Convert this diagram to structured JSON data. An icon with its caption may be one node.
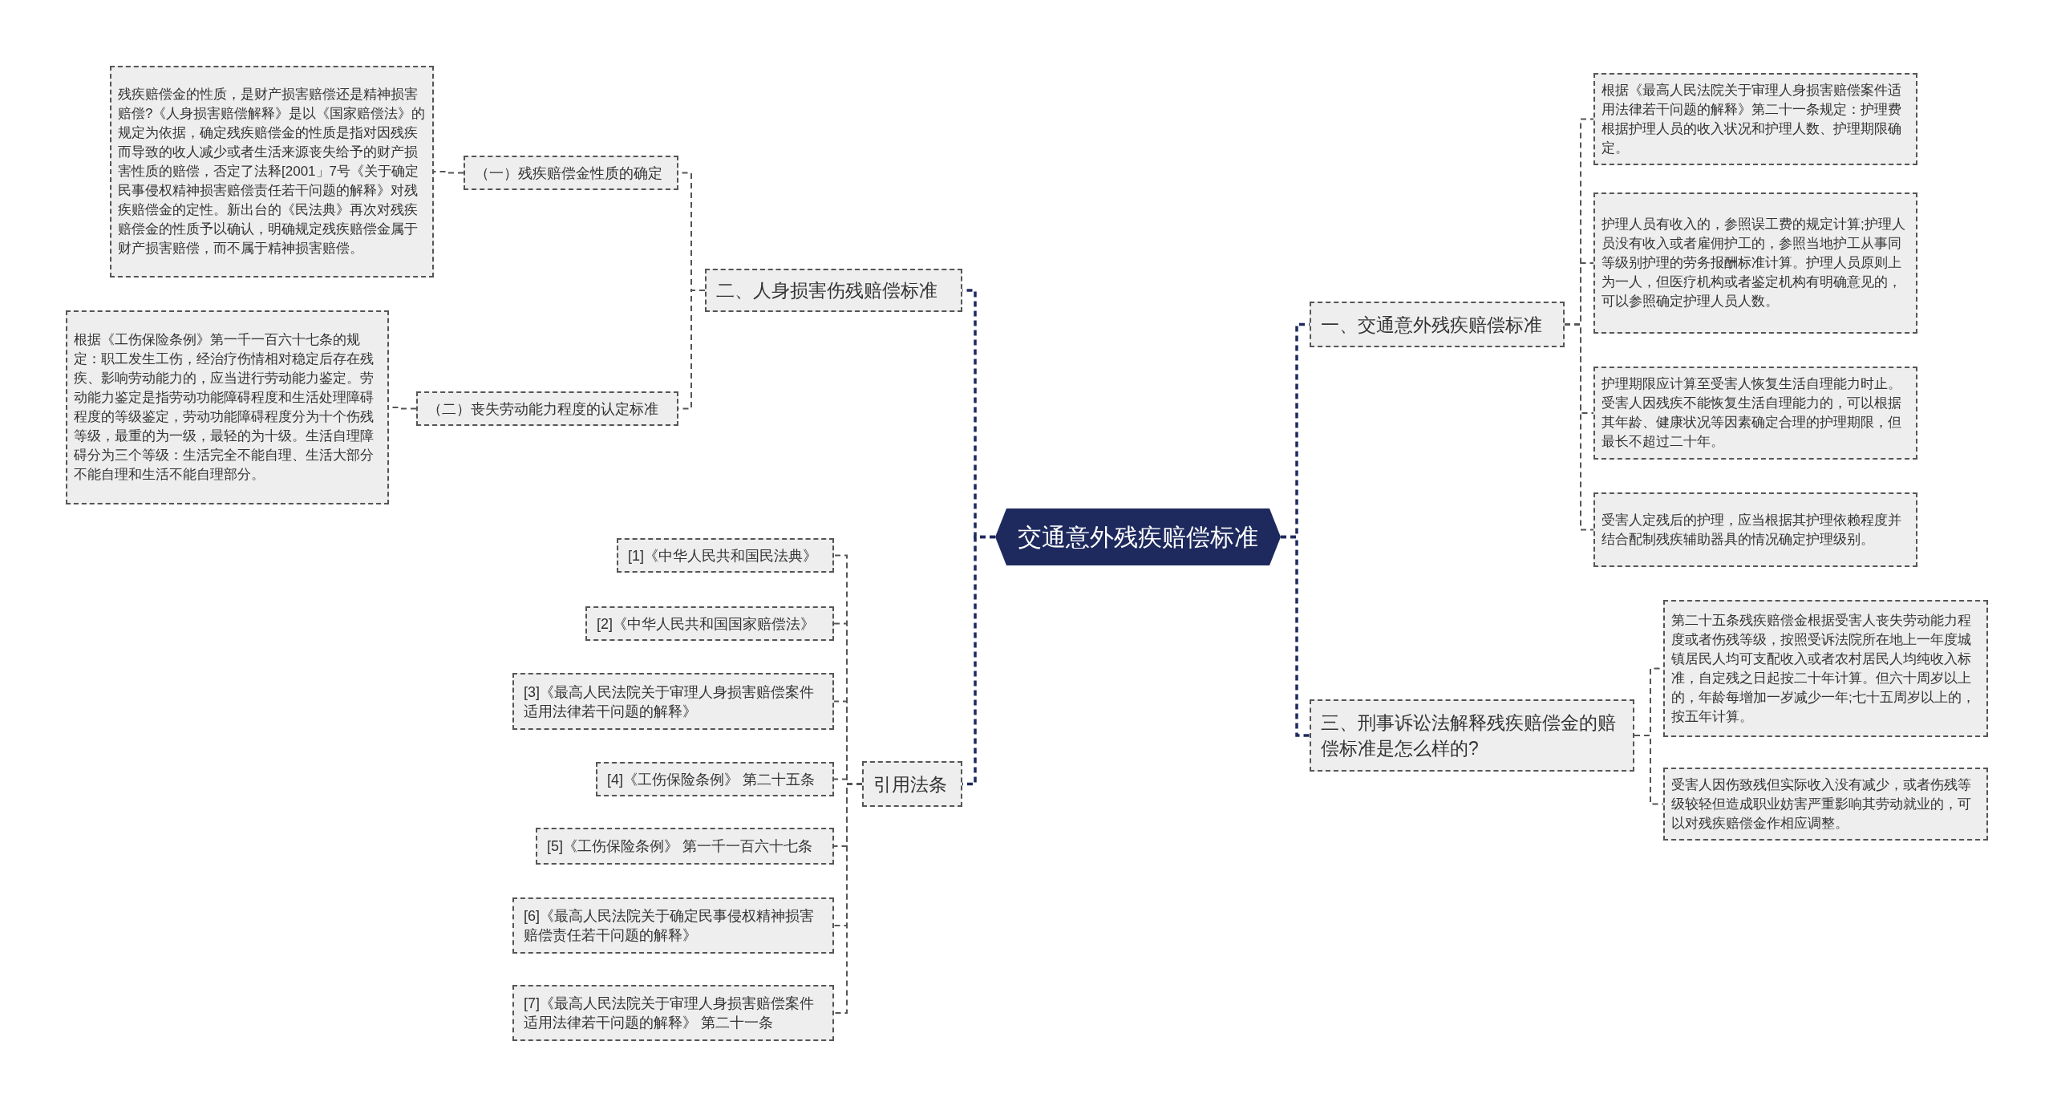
{
  "diagram": {
    "nodes": [
      {
        "text": [
          "交通意外残疾赔偿标准"
        ]
      },
      {
        "text": [
          "二、人身损害伤残赔偿标准"
        ]
      },
      {
        "text": [
          "（一）残疾赔偿金性质的确定"
        ]
      },
      {
        "text": [
          "残疾赔偿金的性质，是财产损害赔偿还是精神损害赔偿?《人身损害赔偿解释》是以《国家赔偿法》的规定为依据，确定残疾赔偿金的性质是指对因残疾而导致的收人减少或者生活来源丧失给予的财产损害性质的赔偿，否定了法释[2001」7号《关于确定民事侵权精神损害赔偿责任若干问题的解释》对残疾赔偿金的定性。新出台的《民法典》再次对残疾赔偿金的性质予以确认，明确规定残疾赔偿金属于财产损害赔偿，而不属于精神损害赔偿。"
        ]
      },
      {
        "text": [
          "（二）丧失劳动能力程度的认定标准"
        ]
      },
      {
        "text": [
          "根据《工伤保险条例》第一千一百六十七条的规定：职工发生工伤，经治疗伤情相对稳定后存在残疾、影响劳动能力的，应当进行劳动能力鉴定。劳动能力鉴定是指劳动功能障碍程度和生活处理障碍程度的等级鉴定，劳动功能障碍程度分为十个伤残等级，最重的为一级，最轻的为十级。生活自理障碍分为三个等级：生活完全不能自理、生活大部分不能自理和生活不能自理部分。"
        ]
      },
      {
        "text": [
          "引用法条"
        ]
      },
      {
        "text": [
          "[1]《中华人民共和国民法典》"
        ]
      },
      {
        "text": [
          "[2]《中华人民共和国国家赔偿法》"
        ]
      },
      {
        "text": [
          "[3]《最高人民法院关于审理人身损害赔偿案件适用法律若干问题的解释》"
        ]
      },
      {
        "text": [
          "[4]《工伤保险条例》 第二十五条"
        ]
      },
      {
        "text": [
          "[5]《工伤保险条例》 第一千一百六十七条"
        ]
      },
      {
        "text": [
          "[6]《最高人民法院关于确定民事侵权精神损害赔偿责任若干问题的解释》"
        ]
      },
      {
        "text": [
          "[7]《最高人民法院关于审理人身损害赔偿案件适用法律若干问题的解释》 第二十一条"
        ]
      },
      {
        "text": [
          "一、交通意外残疾赔偿标准"
        ]
      },
      {
        "text": [
          "根据《最高人民法院关于审理人身损害赔偿案件适用法律若干问题的解释》第二十一条规定：护理费根据护理人员的收入状况和护理人数、护理期限确定。"
        ]
      },
      {
        "text": [
          "护理人员有收入的，参照误工费的规定计算;护理人员没有收入或者雇佣护工的，参照当地护工从事同等级别护理的劳务报酬标准计算。护理人员原则上为一人，但医疗机构或者鉴定机构有明确意见的，可以参照确定护理人员人数。"
        ]
      },
      {
        "text": [
          "护理期限应计算至受害人恢复生活自理能力时止。受害人因残疾不能恢复生活自理能力的，可以根据其年龄、健康状况等因素确定合理的护理期限，但最长不超过二十年。"
        ]
      },
      {
        "text": [
          "受害人定残后的护理，应当根据其护理依赖程度并结合配制残疾辅助器具的情况确定护理级别。"
        ]
      },
      {
        "text": [
          "三、刑事诉讼法解释残疾赔偿金的赔偿标准是怎么样的?"
        ]
      },
      {
        "text": [
          "第二十五条残疾赔偿金根据受害人丧失劳动能力程度或者伤残等级，按照受诉法院所在地上一年度城镇居民人均可支配收入或者农村居民人均纯收入标准，自定残之日起按二十年计算。但六十周岁以上的，年龄每增加一岁减少一年;七十五周岁以上的，按五年计算。"
        ]
      },
      {
        "text": [
          "受害人因伤致残但实际收入没有减少，或者伤残等级较轻但造成职业妨害严重影响其劳动就业的，可以对残疾赔偿金作相应调整。"
        ]
      }
    ],
    "edges": [
      {
        "from": 0,
        "to": 1,
        "arrow": "none",
        "style": "dashed",
        "color": "#1e2a5e"
      },
      {
        "from": 1,
        "to": 2,
        "arrow": "none",
        "style": "dashed"
      },
      {
        "from": 2,
        "to": 3,
        "arrow": "none",
        "style": "dashed"
      },
      {
        "from": 1,
        "to": 4,
        "arrow": "none",
        "style": "dashed"
      },
      {
        "from": 4,
        "to": 5,
        "arrow": "none",
        "style": "dashed"
      },
      {
        "from": 0,
        "to": 6,
        "arrow": "none",
        "style": "dashed",
        "color": "#1e2a5e"
      },
      {
        "from": 6,
        "to": 7,
        "arrow": "none",
        "style": "dashed"
      },
      {
        "from": 6,
        "to": 8,
        "arrow": "none",
        "style": "dashed"
      },
      {
        "from": 6,
        "to": 9,
        "arrow": "none",
        "style": "dashed"
      },
      {
        "from": 6,
        "to": 10,
        "arrow": "none",
        "style": "dashed"
      },
      {
        "from": 6,
        "to": 11,
        "arrow": "none",
        "style": "dashed"
      },
      {
        "from": 6,
        "to": 12,
        "arrow": "none",
        "style": "dashed"
      },
      {
        "from": 6,
        "to": 13,
        "arrow": "none",
        "style": "dashed"
      },
      {
        "from": 0,
        "to": 14,
        "arrow": "none",
        "style": "dashed",
        "color": "#1e2a5e"
      },
      {
        "from": 14,
        "to": 15,
        "arrow": "none",
        "style": "dashed"
      },
      {
        "from": 14,
        "to": 16,
        "arrow": "none",
        "style": "dashed"
      },
      {
        "from": 14,
        "to": 17,
        "arrow": "none",
        "style": "dashed"
      },
      {
        "from": 14,
        "to": 18,
        "arrow": "none",
        "style": "dashed"
      },
      {
        "from": 0,
        "to": 19,
        "arrow": "none",
        "style": "dashed",
        "color": "#1e2a5e"
      },
      {
        "from": 19,
        "to": 20,
        "arrow": "none",
        "style": "dashed"
      },
      {
        "from": 19,
        "to": 21,
        "arrow": "none",
        "style": "dashed"
      }
    ]
  }
}
